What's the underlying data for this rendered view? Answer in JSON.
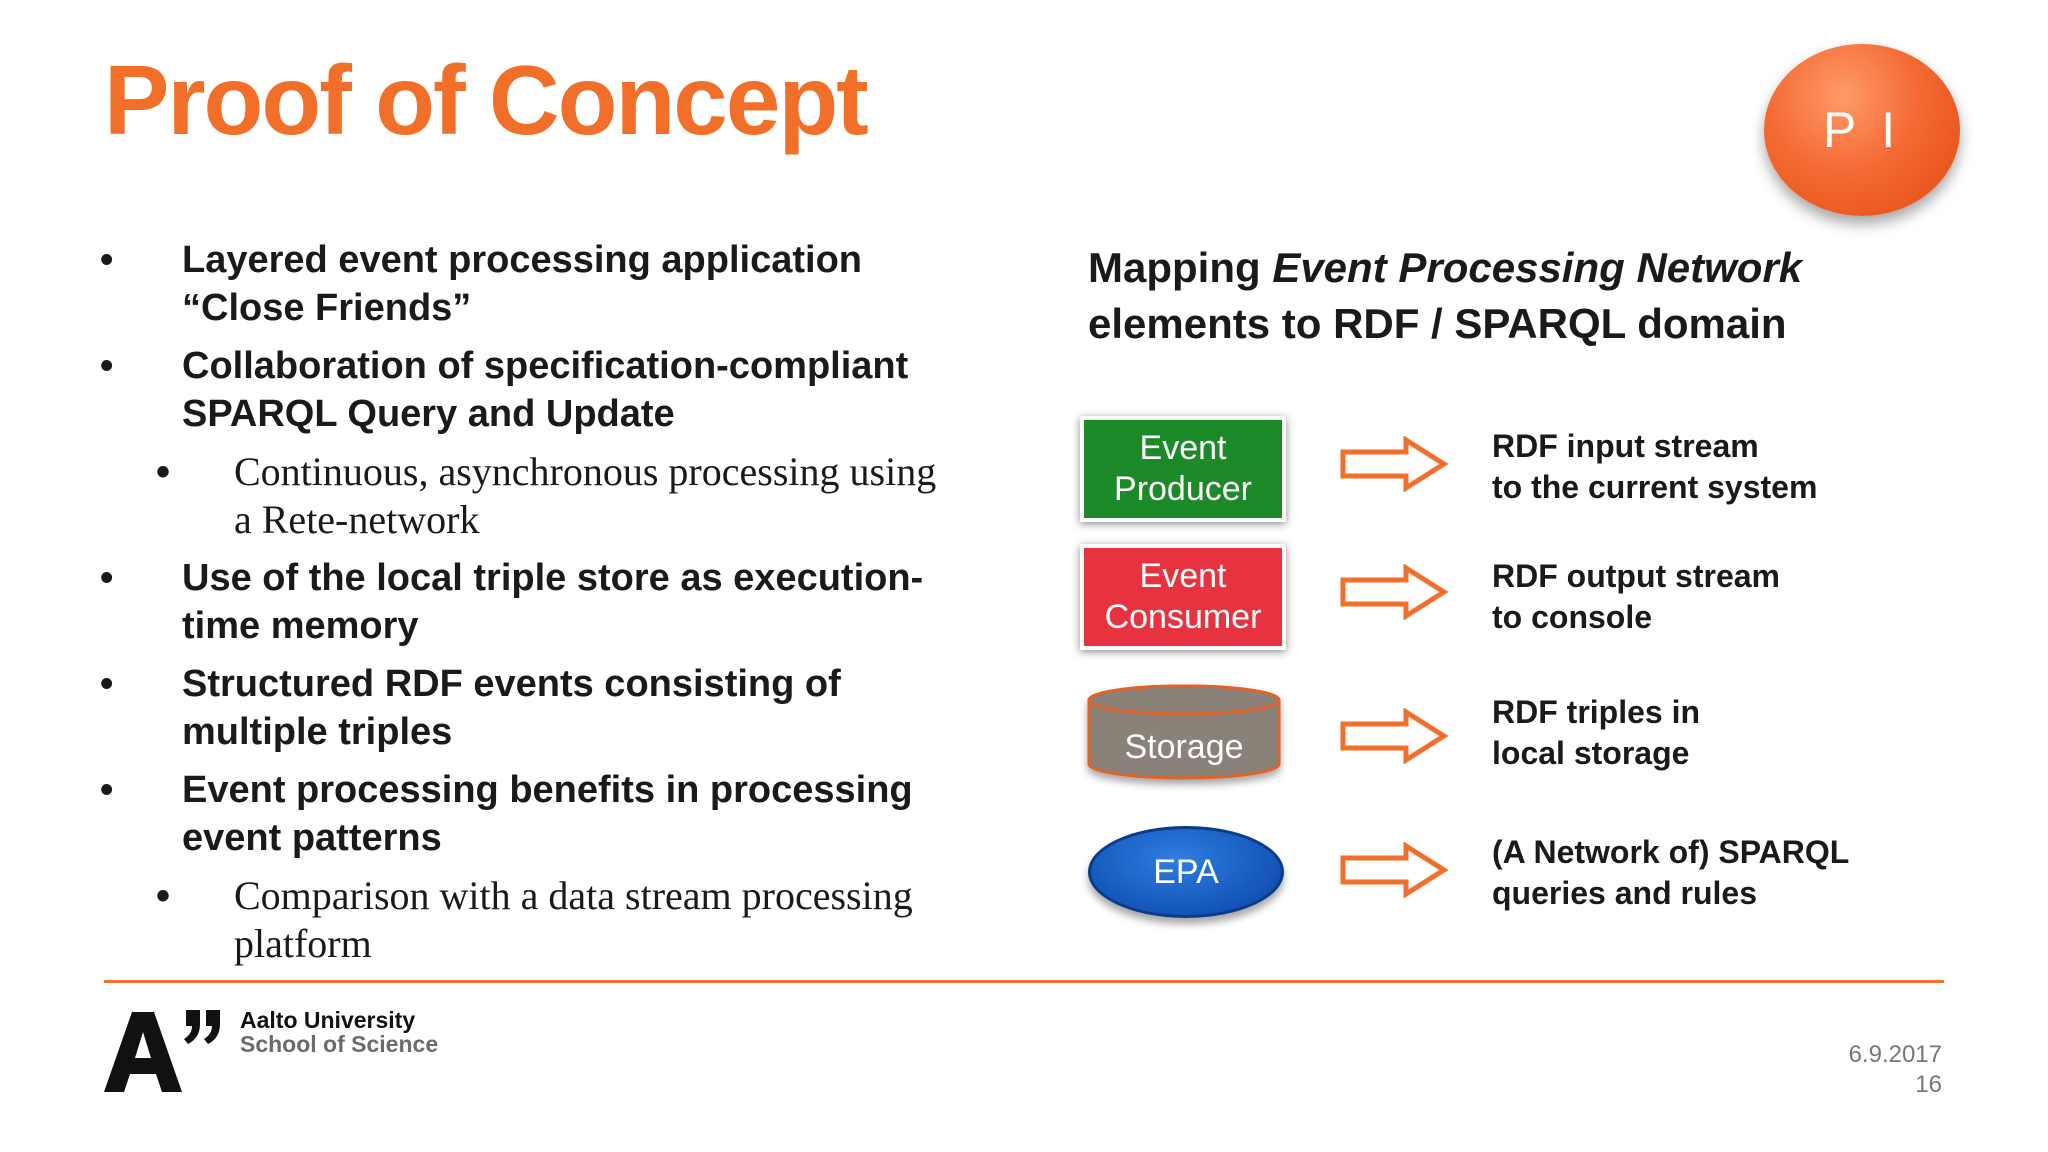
{
  "slide": {
    "title": "Proof of Concept",
    "badge": "P I"
  },
  "bullets": [
    {
      "level": 1,
      "lines": [
        "Layered event processing application",
        "“Close Friends”"
      ]
    },
    {
      "level": 1,
      "lines": [
        "Collaboration of specification-compliant",
        "SPARQL Query and Update"
      ]
    },
    {
      "level": 2,
      "lines": [
        "Continuous, asynchronous processing using",
        "a Rete-network"
      ]
    },
    {
      "level": 1,
      "lines": [
        "Use of the local triple store as execution-",
        "time memory"
      ]
    },
    {
      "level": 1,
      "lines": [
        "Structured RDF events consisting of",
        "multiple triples"
      ]
    },
    {
      "level": 1,
      "lines": [
        "Event processing benefits in processing",
        "event patterns"
      ]
    },
    {
      "level": 2,
      "lines": [
        "Comparison with a data stream processing",
        "platform"
      ]
    }
  ],
  "bullet_symbol": "•",
  "mapping": {
    "title_line1_prefix": "Mapping ",
    "title_line1_italic": "Event Processing Network",
    "title_line2": "elements to RDF / SPARQL domain",
    "rows": [
      {
        "element": [
          "Event",
          "Producer"
        ],
        "shape": "box",
        "color": "#1c8a28",
        "description": [
          "RDF input stream",
          "to the current system"
        ]
      },
      {
        "element": [
          "Event",
          "Consumer"
        ],
        "shape": "box",
        "color": "#e6333f",
        "description": [
          "RDF output stream",
          "to console"
        ]
      },
      {
        "element": [
          "Storage"
        ],
        "shape": "cylinder",
        "color": "#8a8178",
        "description": [
          "RDF triples in",
          "local storage"
        ]
      },
      {
        "element": [
          "EPA"
        ],
        "shape": "ellipse",
        "color": "#1354b8",
        "description": [
          "(A Network of) SPARQL",
          "queries and rules"
        ]
      }
    ],
    "arrow_color": "#f26f2a"
  },
  "footer": {
    "university": "Aalto University",
    "school": "School of Science",
    "date": "6.9.2017",
    "page": "16",
    "accent": "#f26f2a"
  }
}
